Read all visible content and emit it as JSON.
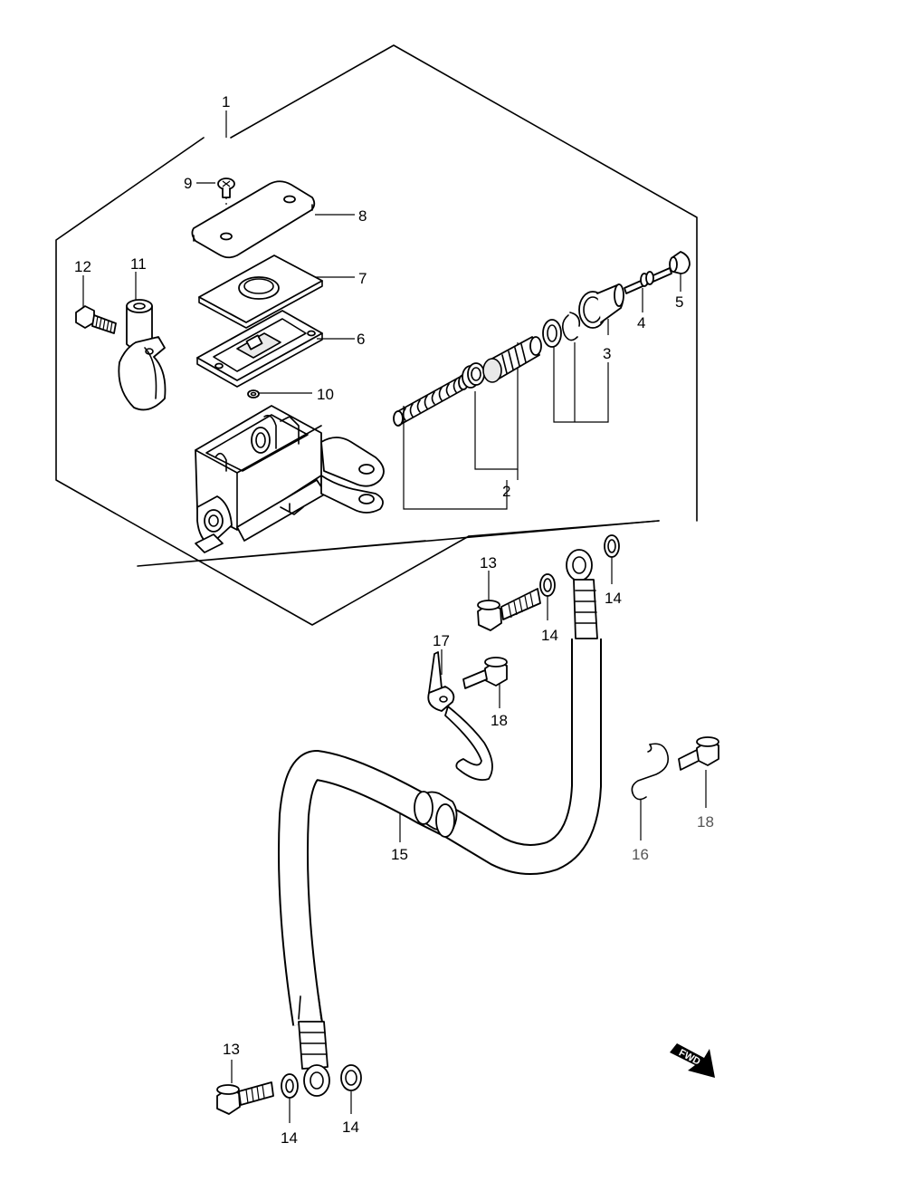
{
  "callouts": {
    "c1": "1",
    "c2": "2",
    "c3": "3",
    "c4": "4",
    "c5": "5",
    "c6": "6",
    "c7": "7",
    "c8": "8",
    "c9": "9",
    "c10": "10",
    "c11": "11",
    "c12": "12",
    "c13a": "13",
    "c13b": "13",
    "c14a": "14",
    "c14b": "14",
    "c14c": "14",
    "c14d": "14",
    "c15": "15",
    "c16": "16",
    "c17": "17",
    "c18a": "18",
    "c18b": "18"
  },
  "direction_badge": "FWD"
}
